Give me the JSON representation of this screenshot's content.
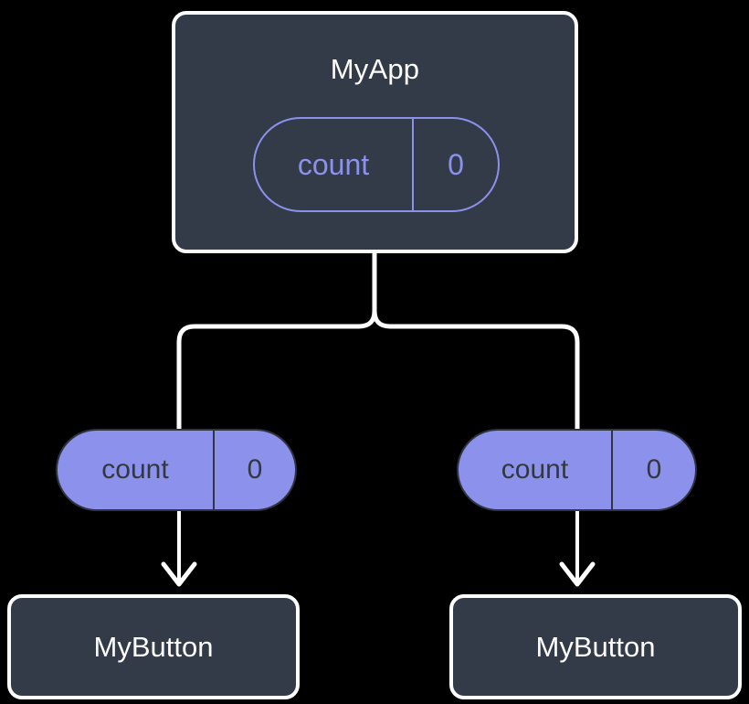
{
  "diagram": {
    "type": "component-state-tree",
    "background_color": "#000000",
    "colors": {
      "node_fill": "#333B49",
      "node_border": "#FFFFFF",
      "accent": "#8C91EC",
      "pill_text_dark": "#33383F",
      "edge": "#FFFFFF"
    },
    "root": {
      "title": "MyApp",
      "state": {
        "key": "count",
        "value": "0"
      }
    },
    "state_instances": [
      {
        "key": "count",
        "value": "0"
      },
      {
        "key": "count",
        "value": "0"
      }
    ],
    "children": [
      {
        "title": "MyButton"
      },
      {
        "title": "MyButton"
      }
    ]
  }
}
